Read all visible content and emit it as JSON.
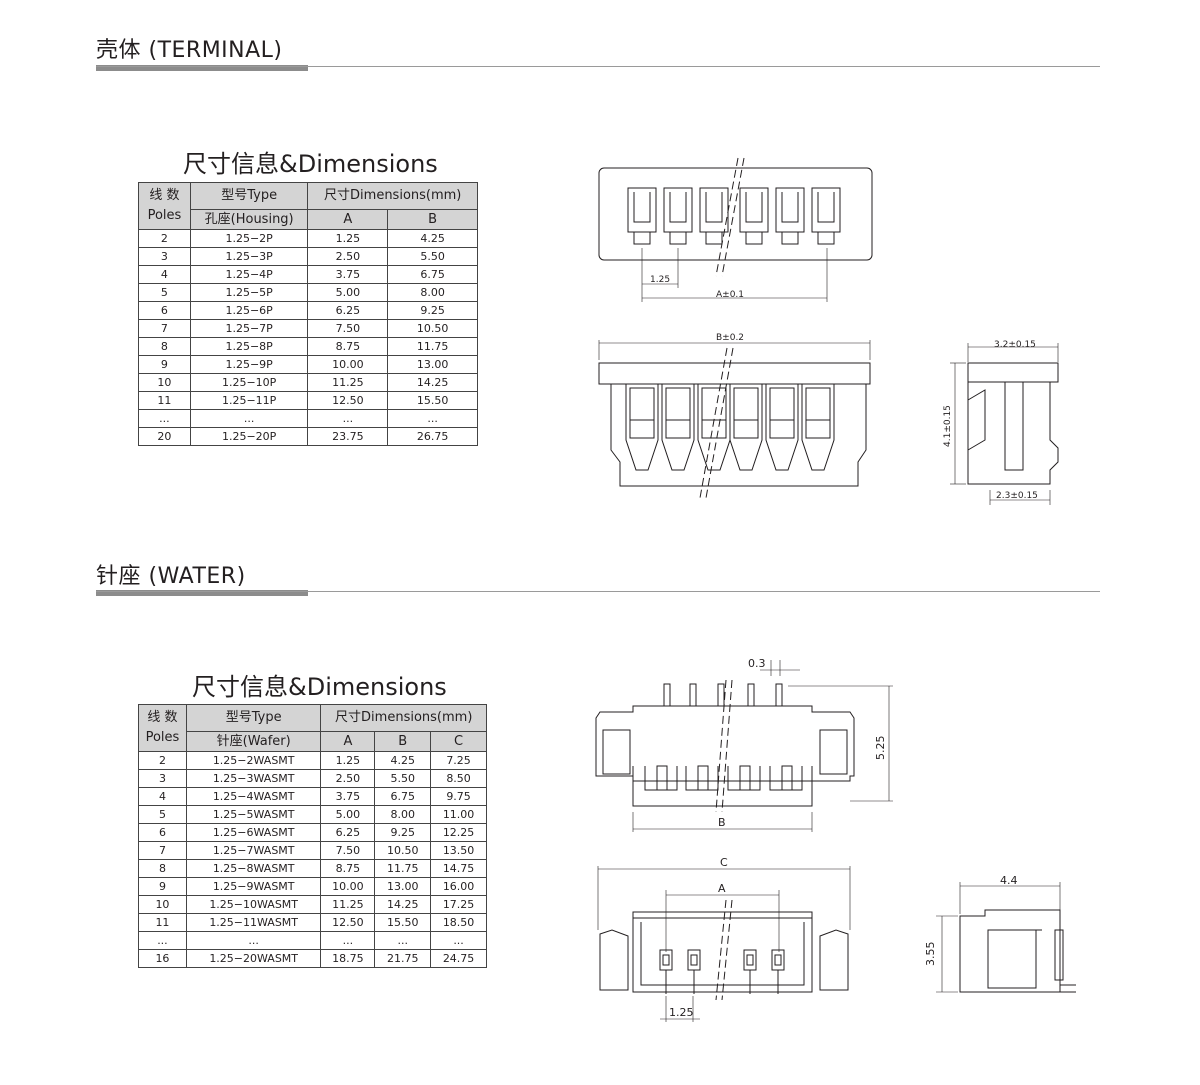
{
  "terminal": {
    "title": "壳体 (TERMINAL)",
    "dim_title": "尺寸信息&Dimensions",
    "header": {
      "poles_cn": "线 数",
      "poles_en": "Poles",
      "type": "型号Type",
      "dims": "尺寸Dimensions(mm)",
      "housing": "孔座(Housing)",
      "col_a": "A",
      "col_b": "B"
    },
    "rows": [
      [
        "2",
        "1.25−2P",
        "1.25",
        "4.25"
      ],
      [
        "3",
        "1.25−3P",
        "2.50",
        "5.50"
      ],
      [
        "4",
        "1.25−4P",
        "3.75",
        "6.75"
      ],
      [
        "5",
        "1.25−5P",
        "5.00",
        "8.00"
      ],
      [
        "6",
        "1.25−6P",
        "6.25",
        "9.25"
      ],
      [
        "7",
        "1.25−7P",
        "7.50",
        "10.50"
      ],
      [
        "8",
        "1.25−8P",
        "8.75",
        "11.75"
      ],
      [
        "9",
        "1.25−9P",
        "10.00",
        "13.00"
      ],
      [
        "10",
        "1.25−10P",
        "11.25",
        "14.25"
      ],
      [
        "11",
        "1.25−11P",
        "12.50",
        "15.50"
      ],
      [
        "...",
        "...",
        "...",
        "..."
      ],
      [
        "20",
        "1.25−20P",
        "23.75",
        "26.75"
      ]
    ],
    "drawing": {
      "pitch": "1.25",
      "a_dim": "A±0.1",
      "b_dim": "B±0.2",
      "width_dim": "3.2±0.15",
      "height_dim": "4.1±0.15",
      "base_dim": "2.3±0.15"
    }
  },
  "wafer": {
    "title": "针座 (WATER)",
    "dim_title": "尺寸信息&Dimensions",
    "header": {
      "poles_cn": "线 数",
      "poles_en": "Poles",
      "type": "型号Type",
      "dims": "尺寸Dimensions(mm)",
      "wafer": "针座(Wafer)",
      "col_a": "A",
      "col_b": "B",
      "col_c": "C"
    },
    "rows": [
      [
        "2",
        "1.25−2WASMT",
        "1.25",
        "4.25",
        "7.25"
      ],
      [
        "3",
        "1.25−3WASMT",
        "2.50",
        "5.50",
        "8.50"
      ],
      [
        "4",
        "1.25−4WASMT",
        "3.75",
        "6.75",
        "9.75"
      ],
      [
        "5",
        "1.25−5WASMT",
        "5.00",
        "8.00",
        "11.00"
      ],
      [
        "6",
        "1.25−6WASMT",
        "6.25",
        "9.25",
        "12.25"
      ],
      [
        "7",
        "1.25−7WASMT",
        "7.50",
        "10.50",
        "13.50"
      ],
      [
        "8",
        "1.25−8WASMT",
        "8.75",
        "11.75",
        "14.75"
      ],
      [
        "9",
        "1.25−9WASMT",
        "10.00",
        "13.00",
        "16.00"
      ],
      [
        "10",
        "1.25−10WASMT",
        "11.25",
        "14.25",
        "17.25"
      ],
      [
        "11",
        "1.25−11WASMT",
        "12.50",
        "15.50",
        "18.50"
      ],
      [
        "...",
        "...",
        "...",
        "...",
        "..."
      ],
      [
        "16",
        "1.25−20WASMT",
        "18.75",
        "21.75",
        "24.75"
      ]
    ],
    "drawing": {
      "pin_dim": "0.3",
      "height_dim": "5.25",
      "b_dim": "B",
      "c_dim": "C",
      "a_dim": "A",
      "pitch": "1.25",
      "depth_dim": "4.4",
      "side_height_dim": "3.55"
    }
  }
}
